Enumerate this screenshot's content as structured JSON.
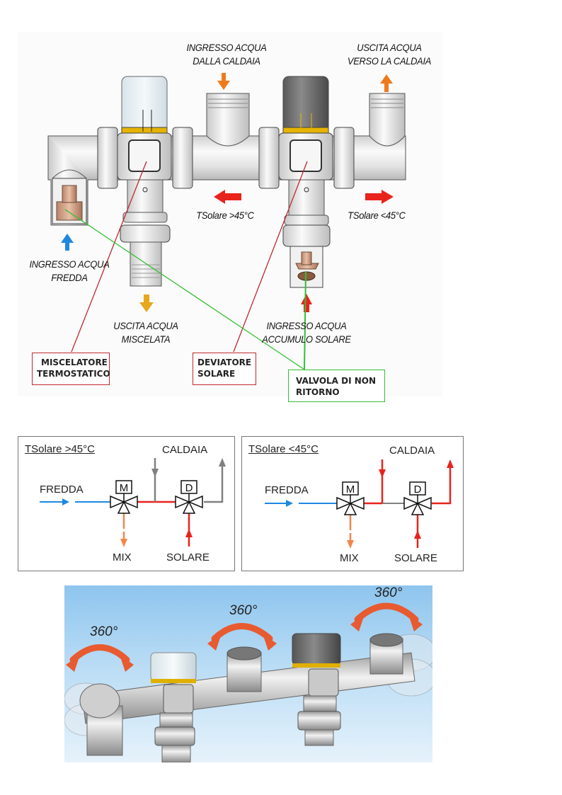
{
  "top_diagram": {
    "labels": {
      "boiler_inlet": [
        "INGRESSO ACQUA",
        "DALLA CALDAIA"
      ],
      "boiler_outlet": [
        "USCITA ACQUA",
        "VERSO LA CALDAIA"
      ],
      "cold_inlet": [
        "INGRESSO ACQUA",
        "FREDDA"
      ],
      "mixed_outlet": [
        "USCITA ACQUA",
        "MISCELATA"
      ],
      "solar_inlet": [
        "INGRESSO ACQUA",
        "ACCUMULO SOLARE"
      ],
      "temp_high": "TSolare >45°C",
      "temp_low": "TSolare <45°C"
    },
    "callouts": {
      "mixer": [
        "MISCELATORE",
        "TERMOSTATICO"
      ],
      "diverter": [
        "DEVIATORE",
        "SOLARE"
      ],
      "check_valve": [
        "VALVOLA DI NON",
        "RITORNO"
      ]
    },
    "colors": {
      "arrow_orange": "#f07a1a",
      "arrow_red": "#e8231c",
      "arrow_blue": "#1e88e0",
      "arrow_amber": "#e8a81a",
      "callout_red": "#c0282d",
      "callout_green": "#33c033"
    }
  },
  "schemas": [
    {
      "title": "TSolare >45°C",
      "caldaia": "CALDAIA",
      "fredda": "FREDDA",
      "mix": "MIX",
      "solare": "SOLARE",
      "valve_m": "M",
      "valve_d": "D",
      "boiler_path_color": "#808080",
      "link_color": "#e8231c"
    },
    {
      "title": "TSolare <45°C",
      "caldaia": "CALDAIA",
      "fredda": "FREDDA",
      "mix": "MIX",
      "solare": "SOLARE",
      "valve_m": "M",
      "valve_d": "D",
      "boiler_path_color": "#e8231c",
      "link_color": "#808080"
    }
  ],
  "render": {
    "rotation_labels": [
      "360°",
      "360°",
      "360°"
    ]
  }
}
